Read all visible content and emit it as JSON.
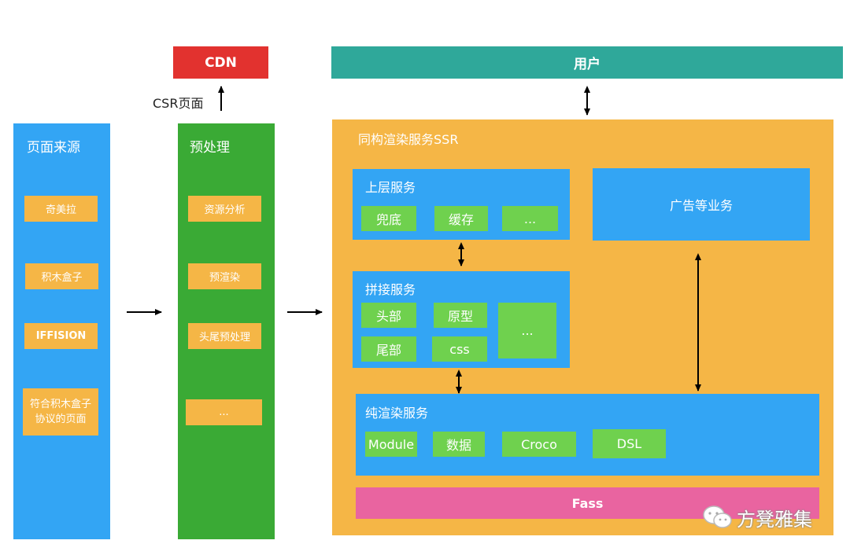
{
  "top": {
    "cdn": "CDN",
    "csr_label": "CSR页面",
    "user": "用户"
  },
  "col1": {
    "title": "页面来源",
    "items": [
      "奇美拉",
      "积木盒子",
      "IFFISION",
      "符合积木盒子\n协议的页面"
    ]
  },
  "col2": {
    "title": "预处理",
    "items": [
      "资源分析",
      "预渲染",
      "头尾预处理",
      "..."
    ]
  },
  "ssr": {
    "title": "同构渲染服务SSR",
    "upper": {
      "title": "上层服务",
      "items": [
        "兜底",
        "缓存",
        "..."
      ]
    },
    "ads": "广告等业务",
    "stitch": {
      "title": "拼接服务",
      "items": [
        "头部",
        "原型",
        "尾部",
        "css",
        "..."
      ]
    },
    "pure": {
      "title": "纯渲染服务",
      "items": [
        "Module",
        "数据",
        "Croco",
        "DSL"
      ]
    },
    "fass": "Fass"
  },
  "watermark": "方凳雅集",
  "colors": {
    "blue": "#33a5f4",
    "green": "#3aaa35",
    "light_green": "#6fd14e",
    "orange": "#f5b646",
    "teal": "#2fa89a",
    "red": "#e2322f",
    "pink": "#e964a0"
  }
}
